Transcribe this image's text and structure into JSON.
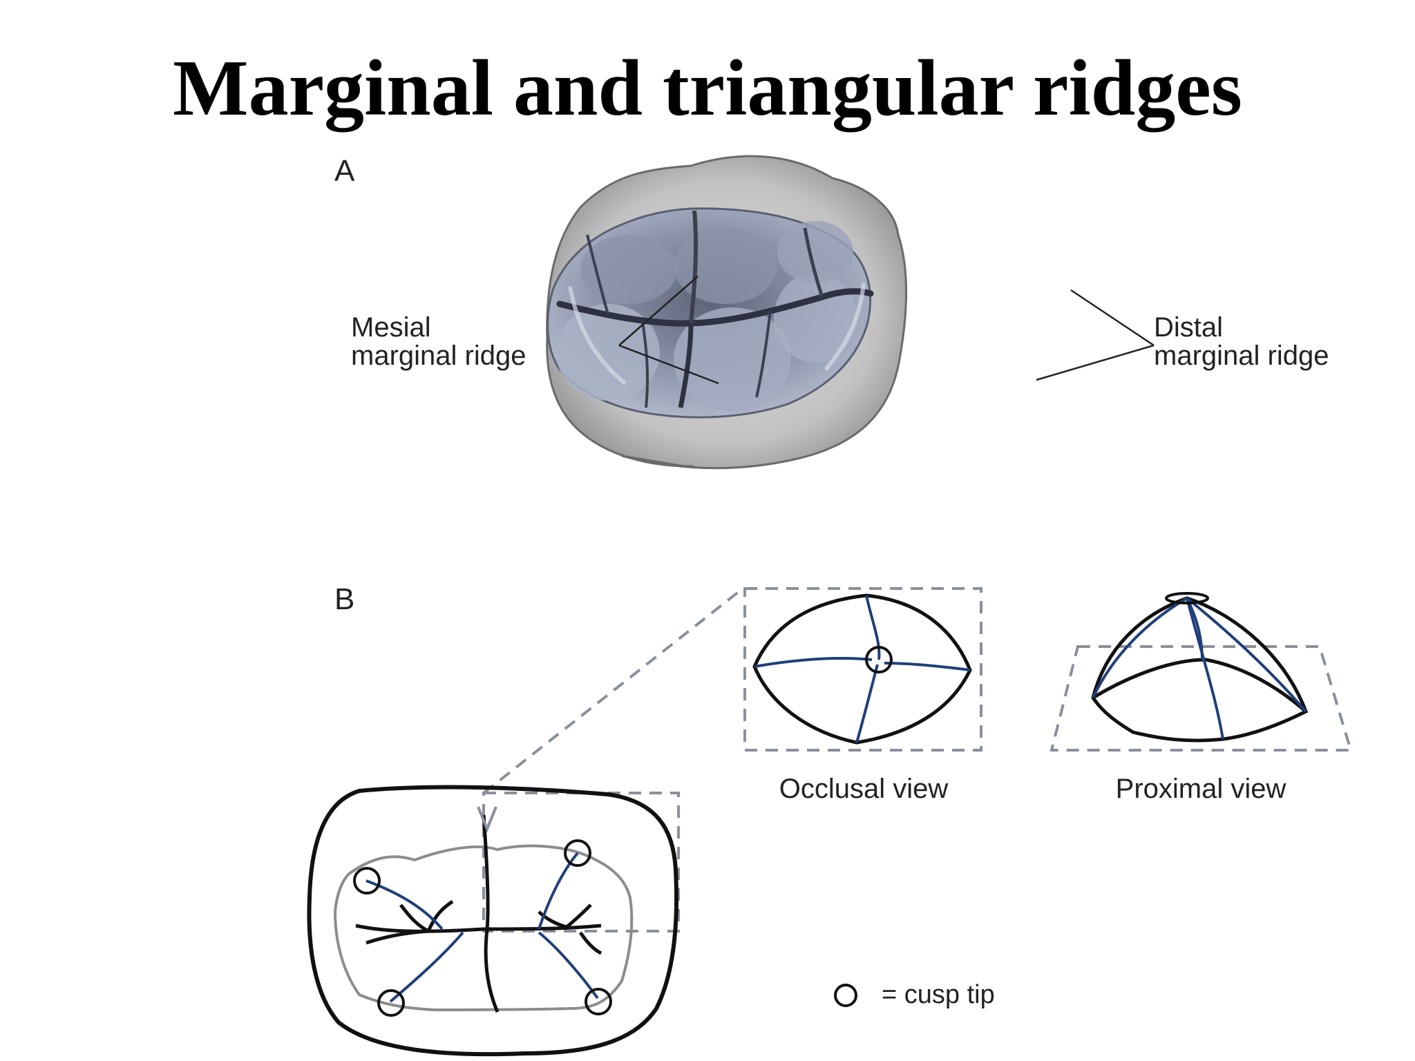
{
  "slide": {
    "title": "Marginal and triangular ridges"
  },
  "figure_a": {
    "panel_label": "A",
    "left_label": [
      "Mesial",
      "marginal ridge"
    ],
    "right_label": [
      "Distal",
      "marginal ridge"
    ]
  },
  "figure_b": {
    "panel_label": "B",
    "occlusal_caption": "Occlusal view",
    "proximal_caption": "Proximal view",
    "legend_text": "= cusp tip"
  },
  "colors": {
    "ridge_blue": "#1f3f7a",
    "outline": "#111111",
    "dashed": "#8a8f9c",
    "tooth_fill": "#8e96aa"
  }
}
